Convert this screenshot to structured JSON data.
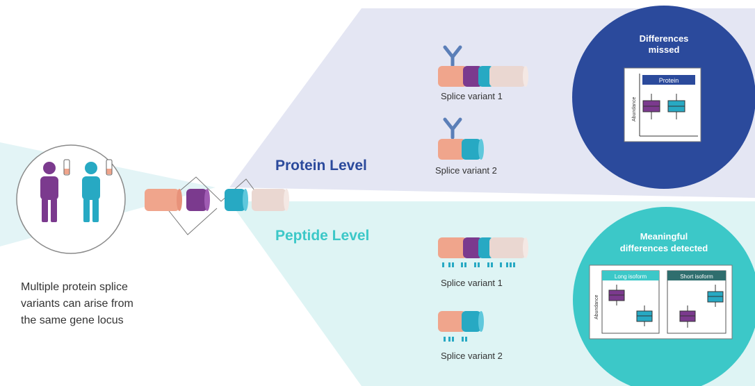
{
  "intro": {
    "lines": [
      "Multiple protein splice",
      "variants can arise from",
      "the same gene locus"
    ]
  },
  "levels": {
    "protein": "Protein Level",
    "peptide": "Peptide Level"
  },
  "variants": {
    "protein_v1": "Splice variant 1",
    "protein_v2": "Splice variant 2",
    "peptide_v1": "Splice variant 1",
    "peptide_v2": "Splice variant 2"
  },
  "protein_result": {
    "title_lines": [
      "Differences",
      "missed"
    ],
    "panel_label": "Protein",
    "y_axis": "Abundance"
  },
  "peptide_result": {
    "title_lines": [
      "Meaningful",
      "differences detected"
    ],
    "panel_long": "Long isoform",
    "panel_short": "Short isoform",
    "y_axis": "Abundance"
  },
  "colors": {
    "navy": "#2b4a9c",
    "teal": "#3cc8c8",
    "purple": "#7b3a8e",
    "cyan": "#27a9c3",
    "salmon": "#f0a58c",
    "pale": "#ead7d1"
  }
}
